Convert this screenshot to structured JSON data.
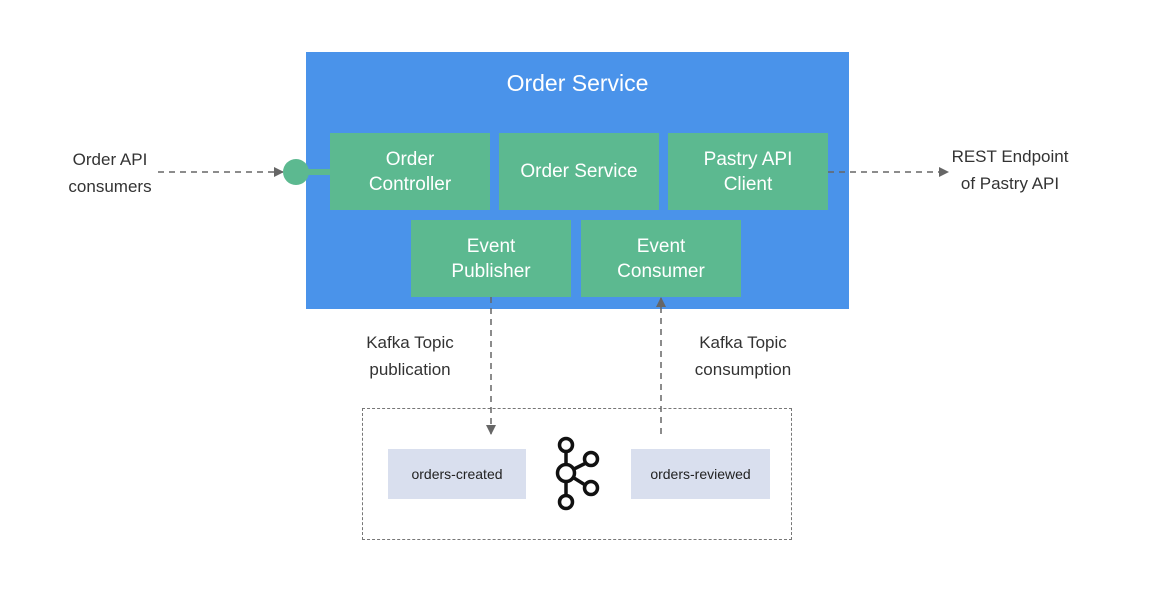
{
  "service": {
    "title": "Order Service",
    "components": {
      "order_controller": "Order\nController",
      "order_service": "Order Service",
      "pastry_api_client": "Pastry API\nClient",
      "event_publisher": "Event\nPublisher",
      "event_consumer": "Event\nConsumer"
    }
  },
  "external": {
    "consumers": "Order API\nconsumers",
    "rest_endpoint": "REST Endpoint\nof Pastry API",
    "publication": "Kafka Topic\npublication",
    "consumption": "Kafka Topic\nconsumption"
  },
  "kafka": {
    "topic_created": "orders-created",
    "topic_reviewed": "orders-reviewed",
    "icon": "kafka-logo-icon"
  },
  "colors": {
    "service_bg": "#4a93ea",
    "component_bg": "#5cb990",
    "topic_bg": "#d9dfee",
    "arrow": "#666666"
  }
}
